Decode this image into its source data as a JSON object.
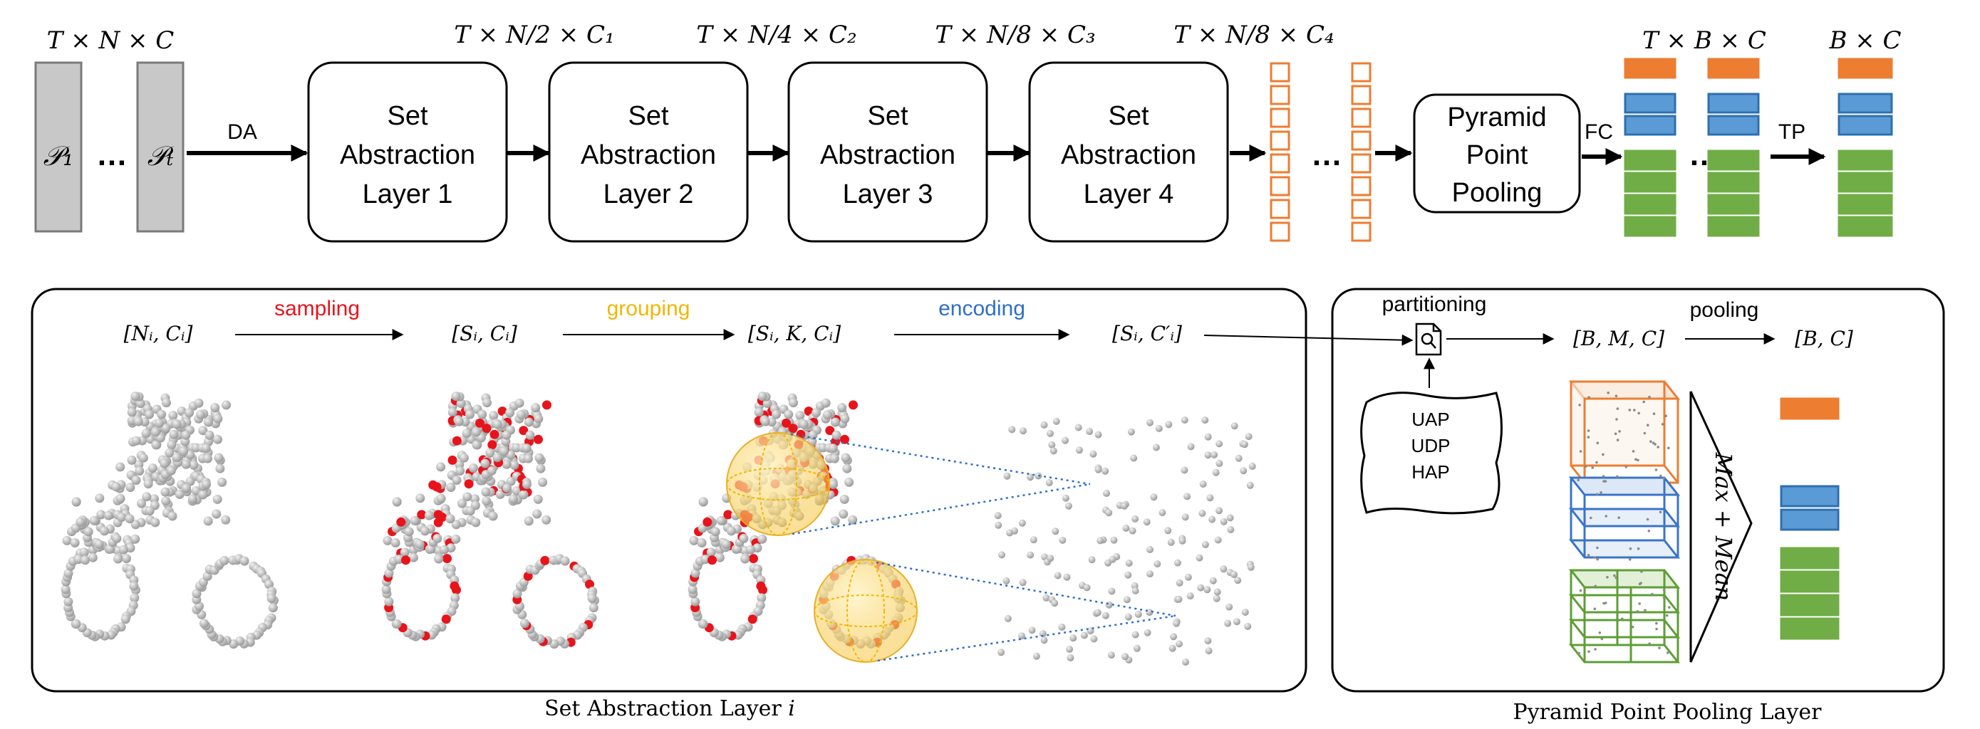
{
  "top": {
    "dims": {
      "input": "T × N × C",
      "sa1": "T × N/2 × C₁",
      "sa2": "T × N/4 × C₂",
      "sa3": "T × N/8 × C₃",
      "sa4": "T × N/8 × C₄",
      "tbc": "T × B × C",
      "bc": "B × C"
    },
    "frames": {
      "p1": "𝒫₁",
      "pt": "𝒫ₜ",
      "ellipsis": "…"
    },
    "arrows": {
      "da": "DA",
      "fc": "FC",
      "tp": "TP"
    },
    "sa_layers": [
      {
        "line1": "Set",
        "line2": "Abstraction",
        "line3": "Layer 1"
      },
      {
        "line1": "Set",
        "line2": "Abstraction",
        "line3": "Layer 2"
      },
      {
        "line1": "Set",
        "line2": "Abstraction",
        "line3": "Layer 3"
      },
      {
        "line1": "Set",
        "line2": "Abstraction",
        "line3": "Layer 4"
      }
    ],
    "ppp": {
      "line1": "Pyramid",
      "line2": "Point",
      "line3": "Pooling"
    }
  },
  "sa_panel": {
    "caption": "Set Abstraction Layer 𝑖",
    "steps": {
      "sampling": "sampling",
      "grouping": "grouping",
      "encoding": "encoding"
    },
    "shapes": {
      "ni_ci": "[Nᵢ, Cᵢ]",
      "si_ci": "[Sᵢ, Cᵢ]",
      "si_k_ci": "[Sᵢ, K, Cᵢ]",
      "si_cpi": "[Sᵢ, C′ᵢ]"
    }
  },
  "ppp_panel": {
    "caption": "Pyramid Point Pooling Layer",
    "partitioning": "partitioning",
    "pooling": "pooling",
    "methods": [
      "UAP",
      "UDP",
      "HAP"
    ],
    "bmc": "[B, M, C]",
    "bc": "[B, C]",
    "reduce": "Max + Mean"
  },
  "colors": {
    "orange": "#ED7D31",
    "blue": "#5B9BD5",
    "green": "#70AD47",
    "red": "#E8141B",
    "yellow": "#F2B705",
    "enc_blue": "#2E6FC7",
    "frame_gray": "#C8C8C8"
  }
}
